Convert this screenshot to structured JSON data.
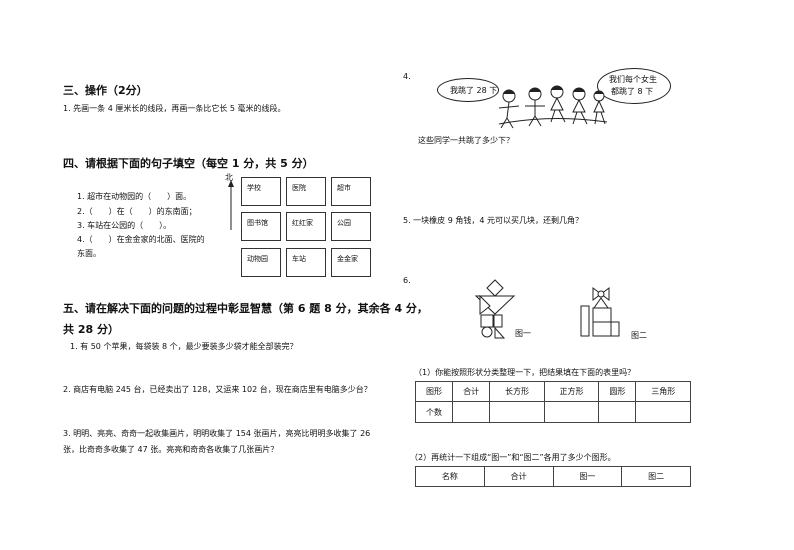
{
  "left": {
    "s3": {
      "title": "三、操作（2分）",
      "q1": "1. 先画一条 4 厘米长的线段，再画一条比它长 5 毫米的线段。"
    },
    "s4": {
      "title": "四、请根据下面的句子填空（每空 1 分，共 5 分）",
      "lines": [
        "1. 超市在动物园的（　　）面。",
        "2.（　　）在（　　）的东南面；",
        "3. 车站在公园的（　　）。",
        "4.（　　）在金金家的北面、医院的",
        "东面。"
      ],
      "north": "北",
      "map": [
        [
          "学校",
          "医院",
          "超市"
        ],
        [
          "图书馆",
          "红红家",
          "公园"
        ],
        [
          "动物园",
          "车站",
          "金金家"
        ]
      ]
    },
    "s5": {
      "title_line1": "五、请在解决下面的问题的过程中彰显智慧（第 6 题 8 分，其余各 4 分，",
      "title_line2": "共 28 分）",
      "q1": "1. 有 50 个苹果，每袋装 8 个，最少要装多少袋才能全部装完？",
      "q2": "2. 商店有电脑 245 台，已经卖出了 128，又运来 102 台，现在商店里有电脑多少台？",
      "q3_line1": "3. 明明、亮亮、奇奇一起收集画片，明明收集了 154 张画片，亮亮比明明多收集了 26",
      "q3_line2": "张，比奇奇多收集了 47 张。亮亮和奇奇各收集了几张画片？"
    }
  },
  "right": {
    "q4": {
      "num": "4.",
      "bubble1": "我跳了 28 下",
      "bubble2_line1": "我们每个女生",
      "bubble2_line2": "都跳了 8 下",
      "question": "这些同学一共跳了多少下？"
    },
    "q5": "5. 一块橡皮 9 角钱，4 元可以买几块，还剩几角？",
    "q6": {
      "num": "6.",
      "fig1_label": "图一",
      "fig2_label": "图二",
      "sub1": "（1）你能按照形状分类整理一下，把结果填在下面的表里吗？",
      "table1": {
        "headers": [
          "图形",
          "合计",
          "长方形",
          "正方形",
          "圆形",
          "三角形"
        ],
        "row_label": "个数"
      },
      "sub2": "（2）再统计一下组成“图一”和“图二”各用了多少个图形。",
      "table2": {
        "headers": [
          "名称",
          "合计",
          "图一",
          "图二"
        ]
      }
    }
  }
}
